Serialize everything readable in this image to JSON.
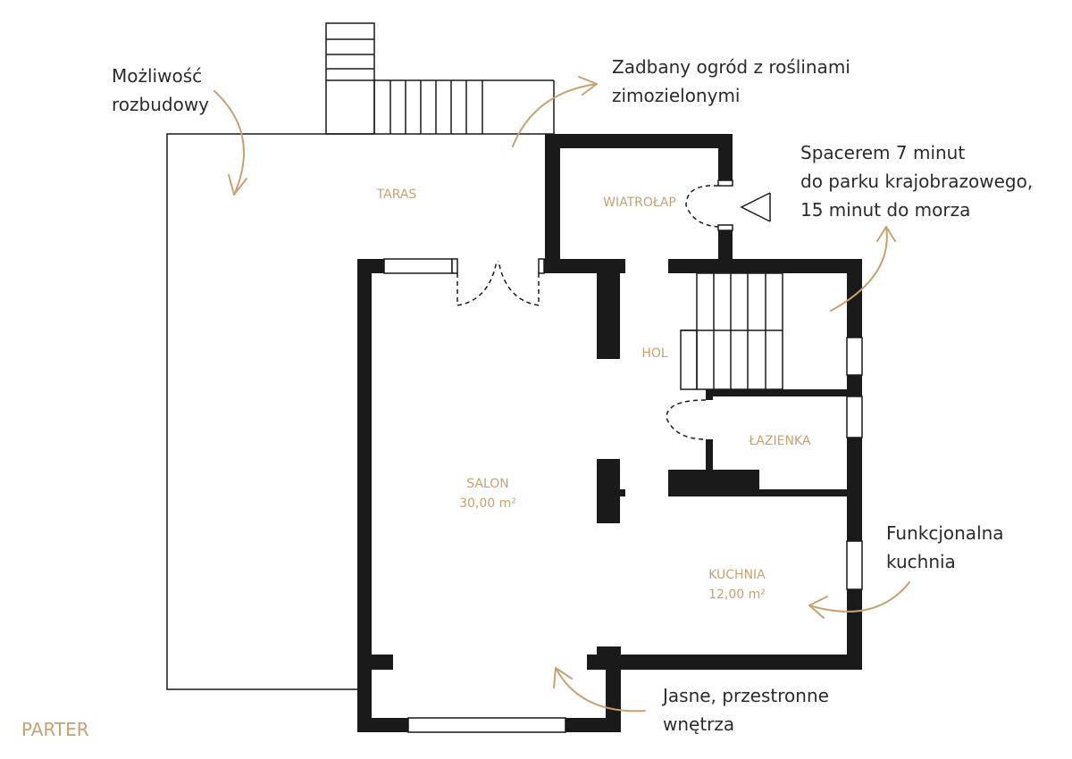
{
  "rooms": {
    "taras": "TARAS",
    "wiatrolap": "WIATROŁAP",
    "hol": "HOL",
    "lazienka": "ŁAZIENKA",
    "salon": "SALON",
    "salon_area": "30,00 m²",
    "kuchnia": "KUCHNIA",
    "kuchnia_area": "12,00 m²"
  },
  "notes": {
    "expansion": [
      "Możliwość",
      "rozbudowy"
    ],
    "garden": [
      "Zadbany ogród z roślinami",
      "zimozielonymi"
    ],
    "walk": [
      "Spacerem 7 minut",
      "do parku krajobrazowego,",
      "15 minut do morza"
    ],
    "kitchen": [
      "Funkcjonalna",
      "kuchnia"
    ],
    "bright": [
      "Jasne, przestronne",
      "wnętrza"
    ]
  },
  "level": "PARTER",
  "colors": {
    "accent": "#c9a071",
    "wall": "#1a1a1a",
    "text": "#2b2b2b"
  }
}
